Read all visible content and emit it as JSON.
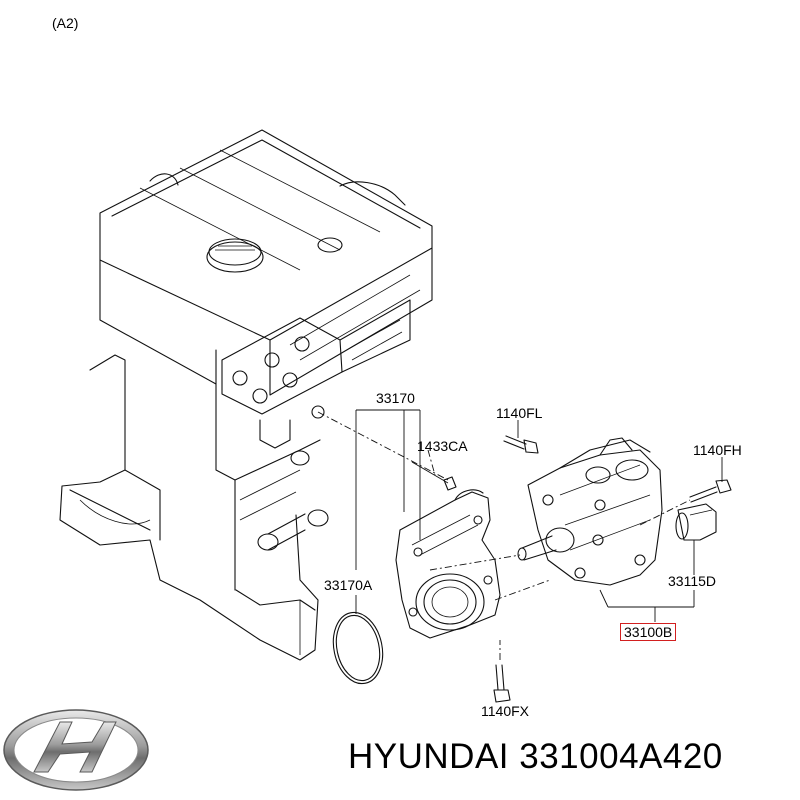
{
  "diagram": {
    "view_code": "(A2)",
    "labels": {
      "p33170": "33170",
      "p1140FL": "1140FL",
      "p1433CA": "1433CA",
      "p1140FH": "1140FH",
      "p33170A": "33170A",
      "p33115D": "33115D",
      "p33100B": "33100B",
      "p1140FX": "1140FX"
    },
    "highlight_color": "#d21f1f"
  },
  "footer": {
    "brand_logo": "hyundai-logo",
    "caption": "HYUNDAI 331004A420"
  }
}
